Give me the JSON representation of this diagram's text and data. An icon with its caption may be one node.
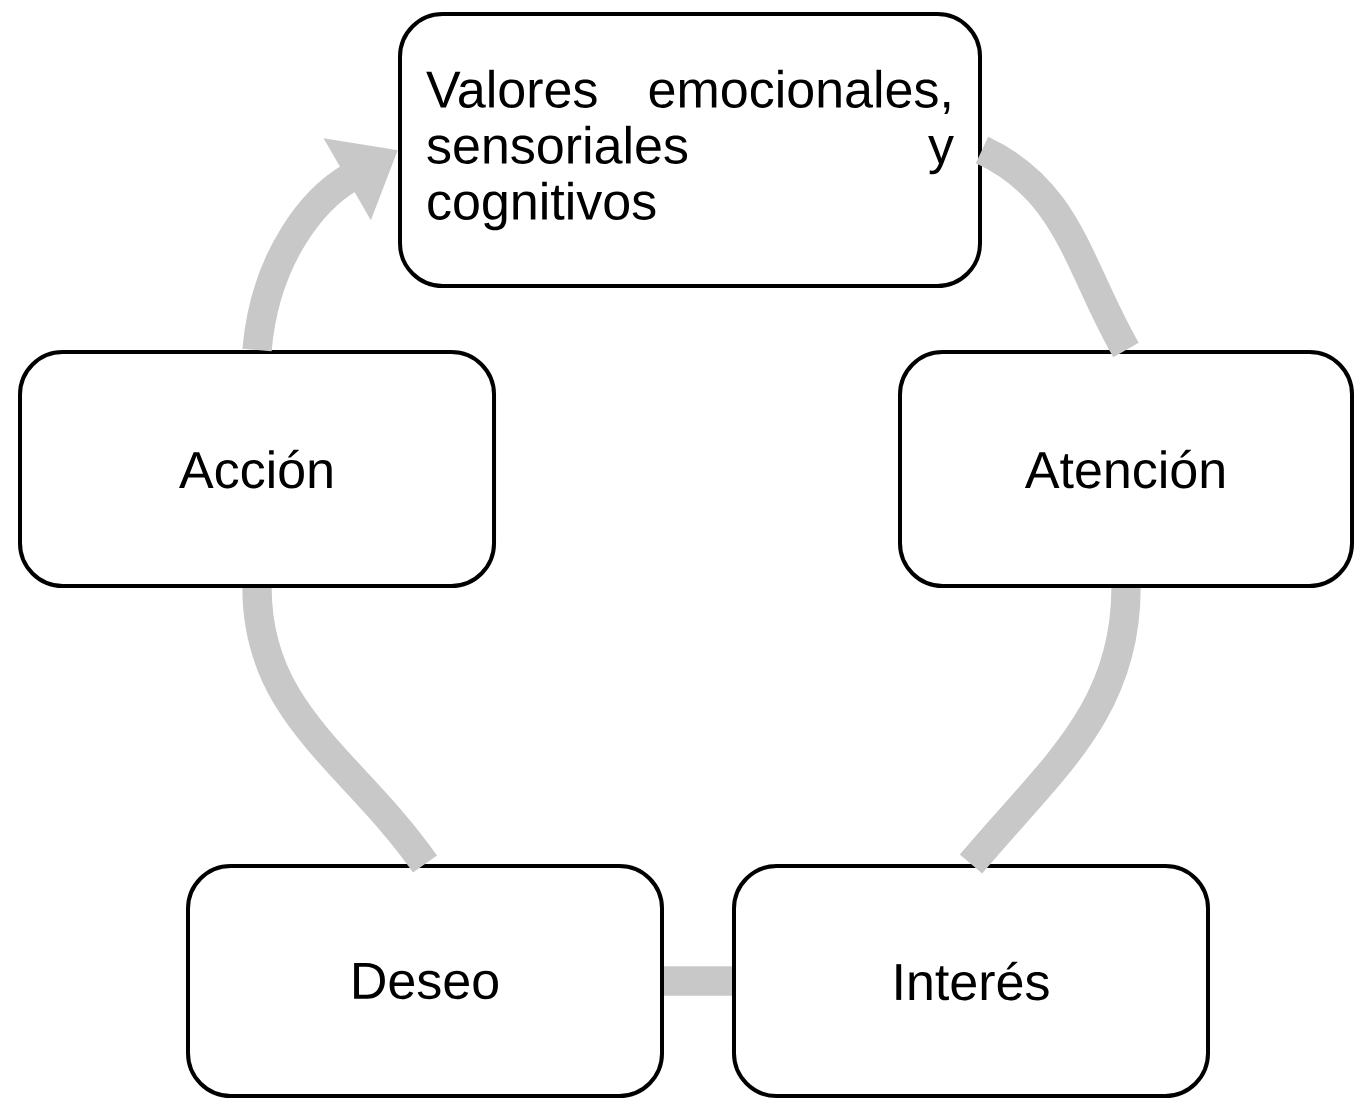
{
  "diagram": {
    "nodes": [
      {
        "text": [
          "Valores emocionales, sensoriales y cognitivos"
        ]
      },
      {
        "text": [
          "Atención"
        ]
      },
      {
        "text": [
          "Interés"
        ]
      },
      {
        "text": [
          "Deseo"
        ]
      },
      {
        "text": [
          "Acción"
        ]
      }
    ],
    "edges": [
      {
        "from": 0,
        "to": 1,
        "arrow": "none"
      },
      {
        "from": 1,
        "to": 2,
        "arrow": "none"
      },
      {
        "from": 2,
        "to": 3,
        "arrow": "none"
      },
      {
        "from": 3,
        "to": 4,
        "arrow": "none"
      },
      {
        "from": 4,
        "to": 0,
        "arrow": "to"
      }
    ]
  }
}
